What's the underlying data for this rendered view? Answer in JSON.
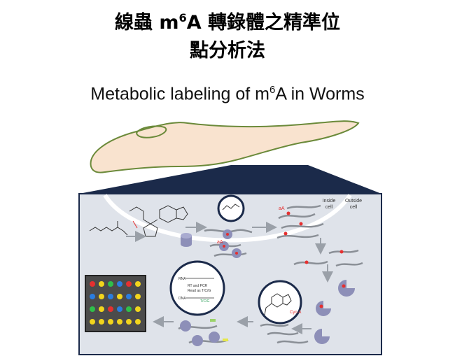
{
  "title_line1_pre": "線蟲 m",
  "title_line1_sup": "6",
  "title_line1_post": "A 轉錄體之精準位",
  "title_line2": "點分析法",
  "subtitle_pre": "Metabolic labeling of m",
  "subtitle_sup": "6",
  "subtitle_post": "A in Worms",
  "panel": {
    "inside_label_1": "Inside",
    "inside_label_2": "cell",
    "outside_label_1": "Outside",
    "outside_label_2": "cell",
    "mark_sup": "a",
    "mark_6": "6",
    "mark_A": "A",
    "inset_rna": "RNA",
    "inset_dna": "DNA",
    "inset_step1": "RT and PCR",
    "inset_step2": "Read as T/C/G",
    "inset_sub": "T/C/G",
    "cyc_label": "Cyc-A"
  },
  "colors": {
    "worm_fill": "#f9e3cf",
    "worm_stroke": "#6b8a3a",
    "panel_bg": "#dfe3ea",
    "panel_stroke": "#1b2a4a",
    "rna_strand": "#8a8f96",
    "mark_red": "#e53030",
    "protein": "#8d8fb8",
    "grid_bg": "#4b4b4b"
  }
}
